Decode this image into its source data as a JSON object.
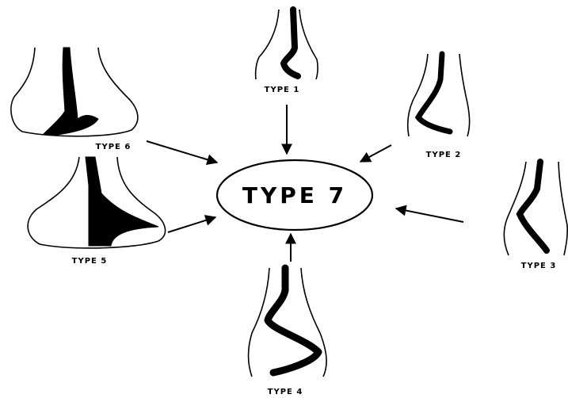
{
  "center": {
    "label": "TYPE 7"
  },
  "types": [
    {
      "label": "TYPE 1"
    },
    {
      "label": "TYPE 2"
    },
    {
      "label": "TYPE 3"
    },
    {
      "label": "TYPE 4"
    },
    {
      "label": "TYPE 5"
    },
    {
      "label": "TYPE 6"
    }
  ],
  "colors": {
    "ink": "#000000",
    "paper": "#ffffff"
  }
}
